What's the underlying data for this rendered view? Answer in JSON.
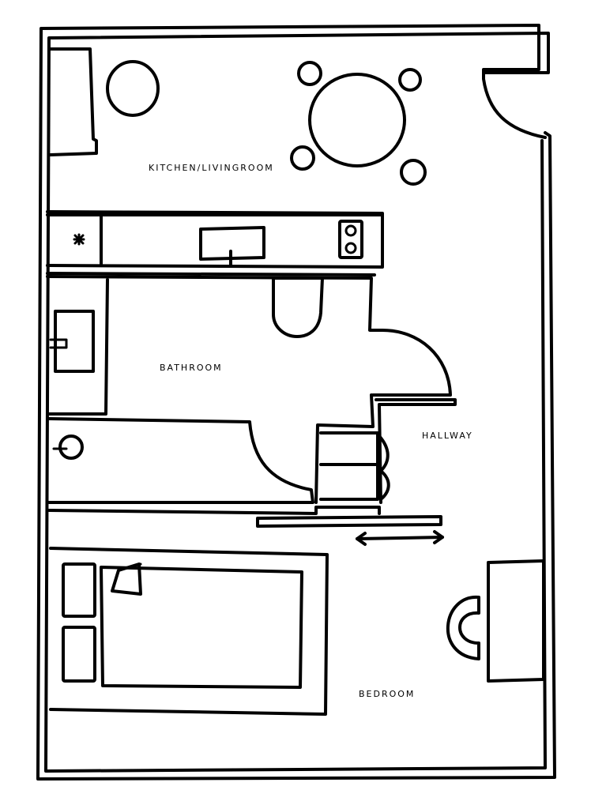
{
  "plan": {
    "rooms": {
      "kitchen_living": "KITCHEN/LIVINGROOM",
      "bathroom": "BATHROOM",
      "hallway": "HALLWAY",
      "bedroom": "BEDROOM"
    },
    "colors": {
      "ink": "#000000",
      "paper": "#ffffff"
    }
  }
}
